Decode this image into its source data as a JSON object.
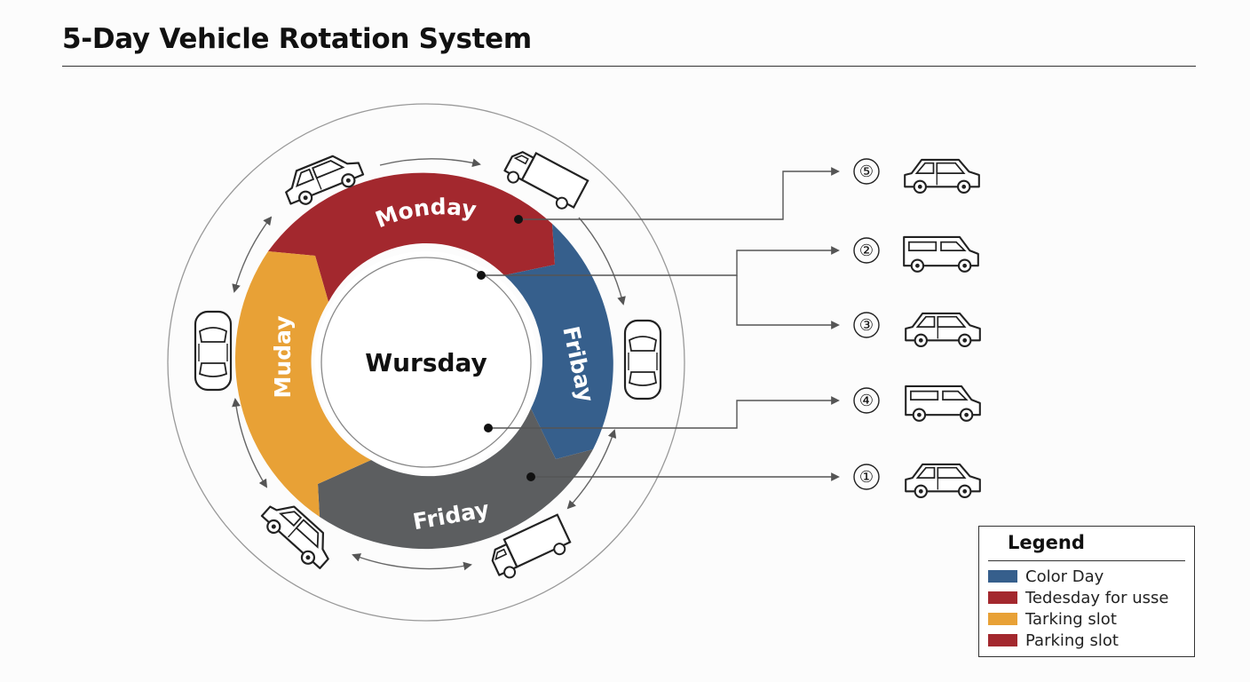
{
  "title": "5-Day Vehicle Rotation System",
  "center_label": "Wursday",
  "segments": [
    {
      "label": "Monday",
      "color": "#a3282e"
    },
    {
      "label": "Fribay",
      "color": "#365f8c"
    },
    {
      "label": "Friday",
      "color": "#5c5e60"
    },
    {
      "label": "Muday",
      "color": "#e8a136"
    }
  ],
  "numbered_items": [
    {
      "number": "⑤",
      "vehicle": "suv-icon"
    },
    {
      "number": "②",
      "vehicle": "van-icon"
    },
    {
      "number": "③",
      "vehicle": "suv-icon"
    },
    {
      "number": "④",
      "vehicle": "van-icon"
    },
    {
      "number": "①",
      "vehicle": "suv-icon"
    }
  ],
  "legend": {
    "title": "Legend",
    "items": [
      {
        "label": "Color Day",
        "color": "#365f8c"
      },
      {
        "label": "Tedesday for usse",
        "color": "#a3282e"
      },
      {
        "label": "Tarking slot",
        "color": "#e8a136"
      },
      {
        "label": "Parking slot",
        "color": "#a3282e"
      }
    ]
  }
}
